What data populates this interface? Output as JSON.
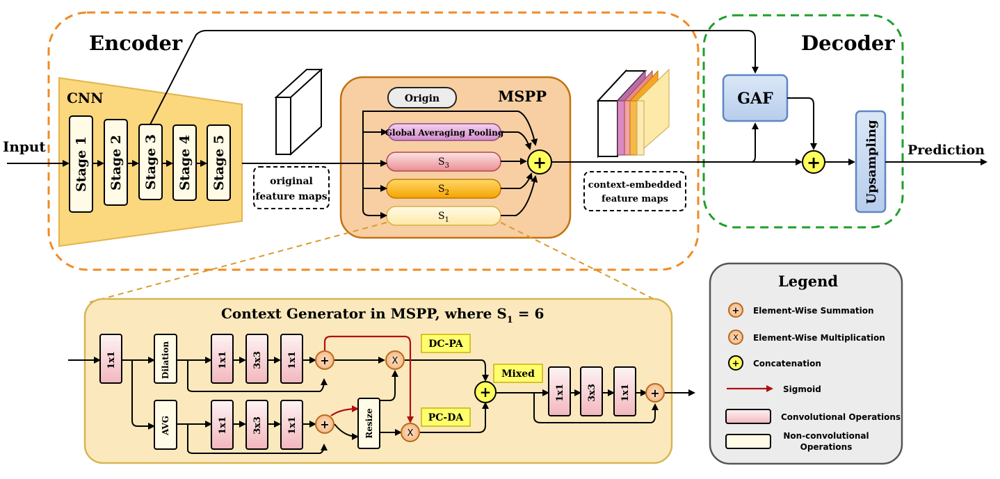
{
  "encoder": {
    "title": "Encoder",
    "cnn_label": "CNN",
    "stages": [
      "Stage 1",
      "Stage 2",
      "Stage 3",
      "Stage 4",
      "Stage 5"
    ]
  },
  "decoder": {
    "title": "Decoder",
    "gaf": "GAF",
    "upsampling": "Upsampling"
  },
  "io": {
    "input": "Input",
    "prediction": "Prediction"
  },
  "captions": {
    "original_1": "original",
    "original_2": "feature maps",
    "context_1": "context-embedded",
    "context_2": "feature maps"
  },
  "mspp": {
    "title": "MSPP",
    "origin": "Origin",
    "gap": "Global Averaging Pooling",
    "s3": "S",
    "s3_sub": "3",
    "s2": "S",
    "s2_sub": "2",
    "s1": "S",
    "s1_sub": "1"
  },
  "context_generator": {
    "title": "Context Generator in MSPP, where S",
    "title_sub": "1",
    "title_end": " = 6",
    "b1x1": "1x1",
    "dilation": "Dilation",
    "avg": "AVG",
    "c1x1": "1x1",
    "c3x3": "3x3",
    "resize": "Resize",
    "dcpa": "DC-PA",
    "pcda": "PC-DA",
    "mixed": "Mixed",
    "plus": "+",
    "times": "X"
  },
  "legend": {
    "title": "Legend",
    "items": [
      "Element-Wise Summation",
      "Element-Wise Multiplication",
      "Concatenation",
      "Sigmoid",
      "Convolutional Operations",
      "Non-convolutional",
      "Operations"
    ],
    "plus_glyph": "+",
    "times_glyph": "X"
  },
  "colors": {
    "encoder_border": "#f08a24",
    "decoder_border": "#1f9e2a",
    "cnn_fill": "#fbd77e",
    "mspp_fill": "#f8cfa3",
    "cg_fill": "#fbe9bd",
    "gaf_fill": "#c9dbf1",
    "sigmoid": "#b01010"
  }
}
